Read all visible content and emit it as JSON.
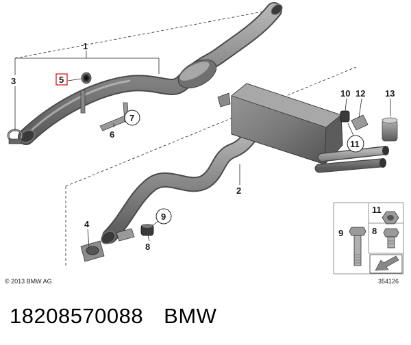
{
  "callouts": {
    "c1": "1",
    "c2": "2",
    "c3": "3",
    "c4": "4",
    "c5": "5",
    "c6": "6",
    "c7": "7",
    "c8": "8",
    "c9": "9",
    "c10": "10",
    "c11": "11",
    "c12": "12",
    "c13": "13"
  },
  "legend": {
    "k11": "11",
    "k9": "9",
    "k8": "8"
  },
  "copyright": "© 2013 BMW AG",
  "diagram_number": "354126",
  "caption": {
    "part_number": "18208570088",
    "brand": "BMW"
  },
  "colors": {
    "pipe": "#8c8c8c",
    "pipe_dark": "#5e5e5e",
    "highlight": "#e0262c",
    "line": "#222222"
  }
}
